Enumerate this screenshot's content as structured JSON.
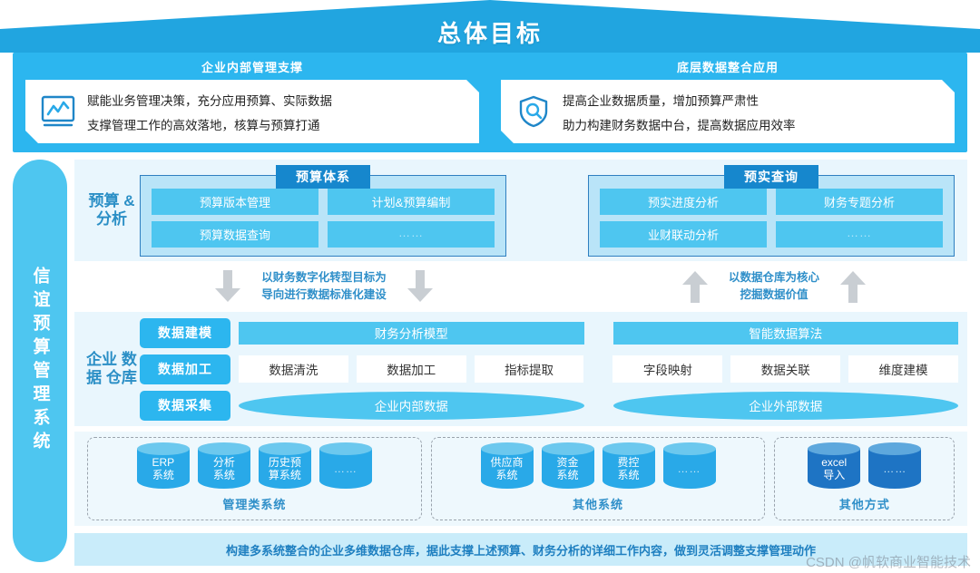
{
  "header": {
    "title": "总体目标"
  },
  "goals": [
    {
      "heading": "企业内部管理支撑",
      "icon": "chart-monitor-icon",
      "lines": [
        "赋能业务管理决策，充分应用预算、实际数据",
        "支撑管理工作的高效落地，核算与预算打通"
      ]
    },
    {
      "heading": "底层数据整合应用",
      "icon": "shield-search-icon",
      "lines": [
        "提高企业数据质量，增加预算严肃性",
        "助力构建财务数据中台，提高数据应用效率"
      ]
    }
  ],
  "sidebar": {
    "system_name": "信谊预算管理系统"
  },
  "tier_budget": {
    "label": "预算\n&\n分析",
    "panels": [
      {
        "title": "预算体系",
        "rows": [
          [
            "预算版本管理",
            "计划&预算编制"
          ],
          [
            "预算数据查询",
            "……"
          ]
        ]
      },
      {
        "title": "预实查询",
        "rows": [
          [
            "预实进度分析",
            "财务专题分析"
          ],
          [
            "业财联动分析",
            "……"
          ]
        ]
      }
    ]
  },
  "bridge": [
    {
      "arrow": "arrow-down-icon",
      "text": "以财务数字化转型目标为\n导向进行数据标准化建设"
    },
    {
      "arrow": "arrow-up-icon",
      "text": "以数据仓库为核心\n挖掘数据价值"
    }
  ],
  "tier_warehouse": {
    "label": "企业\n数据\n仓库",
    "rows": [
      {
        "key": "数据建模",
        "left_banner": "财务分析模型",
        "right_banner": "智能数据算法"
      },
      {
        "key": "数据加工",
        "left_cells": [
          "数据清洗",
          "数据加工",
          "指标提取"
        ],
        "right_cells": [
          "字段映射",
          "数据关联",
          "维度建模"
        ]
      },
      {
        "key": "数据采集",
        "left_ellipse": "企业内部数据",
        "right_ellipse": "企业外部数据"
      }
    ]
  },
  "tier_sources": {
    "groups": [
      {
        "title": "管理类系统",
        "items": [
          {
            "label": "ERP\n系统",
            "style": "light"
          },
          {
            "label": "分析\n系统",
            "style": "light"
          },
          {
            "label": "历史预\n算系统",
            "style": "light"
          },
          {
            "label": "……",
            "style": "light"
          }
        ]
      },
      {
        "title": "其他系统",
        "items": [
          {
            "label": "供应商\n系统",
            "style": "light"
          },
          {
            "label": "资金\n系统",
            "style": "light"
          },
          {
            "label": "费控\n系统",
            "style": "light"
          },
          {
            "label": "……",
            "style": "light"
          }
        ]
      },
      {
        "title": "其他方式",
        "items": [
          {
            "label": "excel\n导入",
            "style": "dark"
          },
          {
            "label": "……",
            "style": "dark"
          }
        ]
      }
    ]
  },
  "footer": {
    "text": "构建多系统整合的企业多维数据仓库，据此支撑上述预算、财务分析的详细工作内容，做到灵活调整支撑管理动作",
    "watermark": "CSDN @帆软商业智能技术"
  },
  "colors": {
    "brand_blue": "#21a5e0",
    "light_blue": "#4ec6f0",
    "panel_bg": "#b9e4f8",
    "tier_bg": "#e9f6fd",
    "deep_blue": "#1687cd",
    "footer_bg": "#c9ecfa"
  }
}
